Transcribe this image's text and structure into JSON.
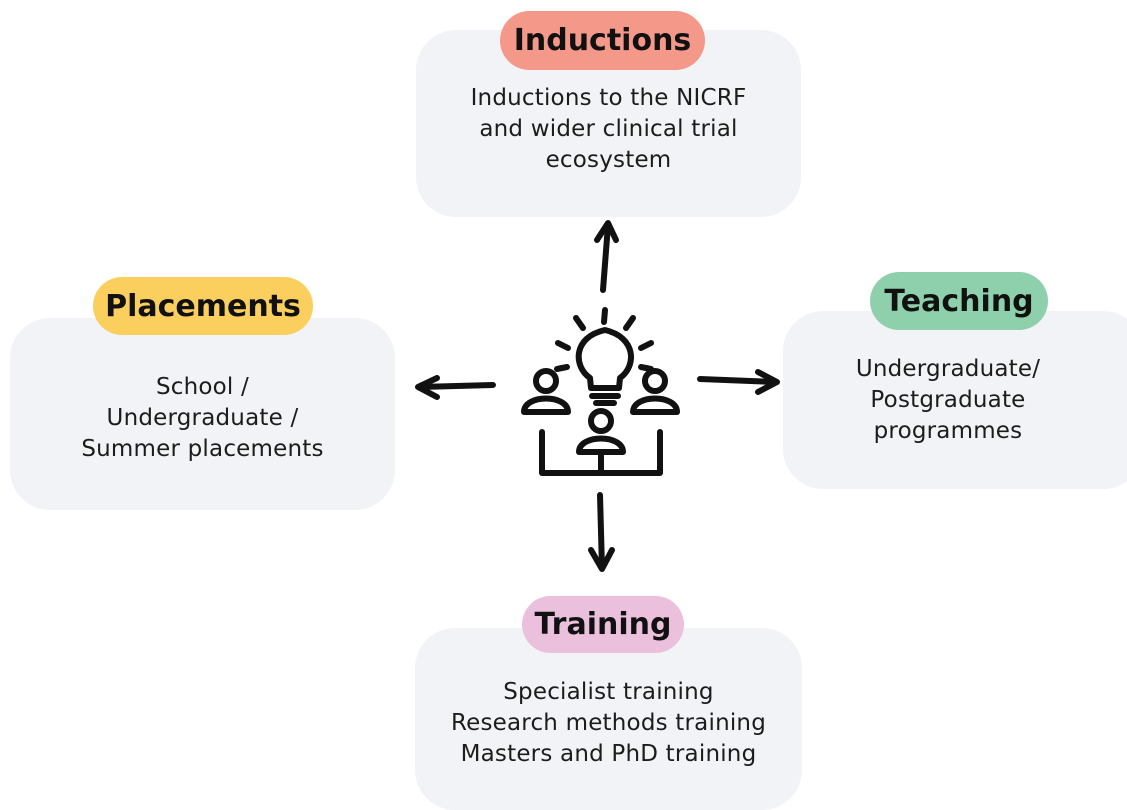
{
  "cards": {
    "inductions": {
      "title": "Inductions",
      "text": "Inductions to the NICRF\nand wider clinical trial\necosystem",
      "color": "#f4998a"
    },
    "placements": {
      "title": "Placements",
      "text": "School /\nUndergraduate /\nSummer placements",
      "color": "#fbcf5e"
    },
    "teaching": {
      "title": "Teaching",
      "text": "Undergraduate/\nPostgraduate\nprogrammes",
      "color": "#8ed0ac"
    },
    "training": {
      "title": "Training",
      "text": "Specialist training\nResearch methods training\nMasters and PhD training",
      "color": "#ebc0dd"
    }
  },
  "center_icon": "idea-team-icon"
}
